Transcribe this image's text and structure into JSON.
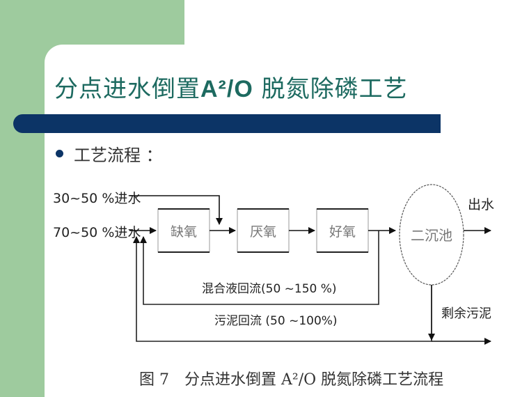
{
  "slide": {
    "title_prefix": "分点进水倒置",
    "title_formula": "A²/O",
    "title_suffix": " 脱氮除磷工艺",
    "bullet": "工艺流程 ：",
    "colors": {
      "green": "#9ecb9e",
      "navy": "#0c3466",
      "title": "#1d6a60"
    }
  },
  "diagram": {
    "inlet_1": "30~50 %进水",
    "inlet_2": "70~50 %进水",
    "stages": [
      "缺氧",
      "厌氧",
      "好氧"
    ],
    "clarifier": "二沉池",
    "outlet": "出水",
    "mixed_liquor_return": "混合液回流(50 ~150 %)",
    "sludge_return": "污泥回流 (50 ~100%)",
    "excess_sludge": "剩余污泥"
  },
  "caption": "图 7　分点进水倒置 A²/O 脱氮除磷工艺流程"
}
